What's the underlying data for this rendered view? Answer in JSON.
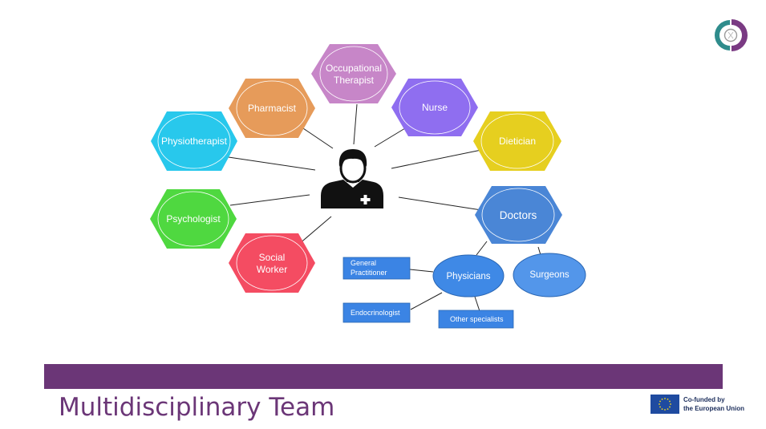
{
  "title": "Multidisciplinary Team",
  "eu_text": "Co-funded by\nthe European Union",
  "colors": {
    "banner": "#6b3677",
    "pharmacist": "#e69b5a",
    "occupational": "#c786c8",
    "nurse": "#8f6ef0",
    "dietician": "#e6cf1f",
    "physiotherapist": "#28c8ec",
    "psychologist": "#4fd840",
    "social_worker": "#f44c62",
    "doctors": "#4a86d6",
    "physicians": "#3f89e6",
    "surgeons": "#5396ea",
    "boxes": "#3b84e4"
  },
  "icons": [
    "healthcare-worker-icon",
    "logo-icon",
    "eu-flag-icon"
  ],
  "roles": {
    "occupational_line1": "Occupational",
    "occupational_line2": "Therapist",
    "pharmacist": "Pharmacist",
    "nurse": "Nurse",
    "physiotherapist": "Physiotherapist",
    "dietician": "Dietician",
    "psychologist": "Psychologist",
    "social_line1": "Social",
    "social_line2": "Worker",
    "doctors": "Doctors"
  },
  "doctors_tree": {
    "physicians": "Physicians",
    "surgeons": "Surgeons",
    "general_line1": "General",
    "general_line2": "Practitioner",
    "endocrinologist": "Endocrinologist",
    "other": "Other specialists"
  }
}
